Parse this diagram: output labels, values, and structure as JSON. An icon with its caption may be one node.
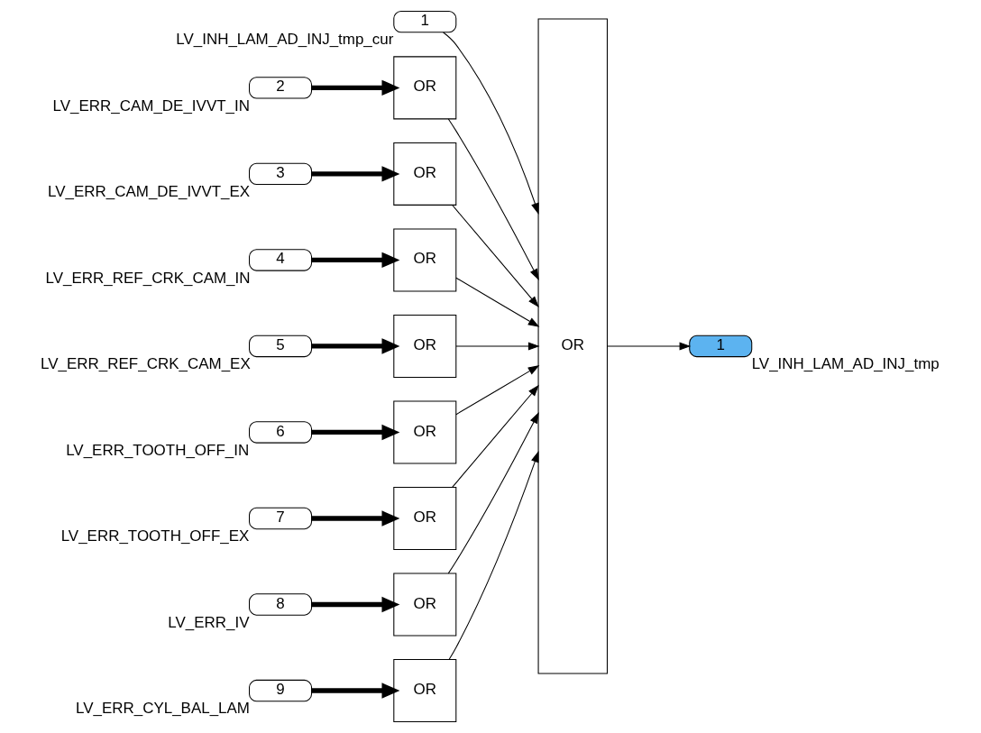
{
  "diagram": {
    "nodes": [
      {
        "text": [
          "1"
        ],
        "beside": [
          "LV_INH_LAM_AD_INJ_tmp_cur"
        ]
      },
      {
        "text": [
          "2"
        ],
        "beside": [
          "LV_ERR_CAM_DE_IVVT_IN"
        ]
      },
      {
        "text": [
          "3"
        ],
        "beside": [
          "LV_ERR_CAM_DE_IVVT_EX"
        ]
      },
      {
        "text": [
          "4"
        ],
        "beside": [
          "LV_ERR_REF_CRK_CAM_IN"
        ]
      },
      {
        "text": [
          "5"
        ],
        "beside": [
          "LV_ERR_REF_CRK_CAM_EX"
        ]
      },
      {
        "text": [
          "6"
        ],
        "beside": [
          "LV_ERR_TOOTH_OFF_IN"
        ]
      },
      {
        "text": [
          "7"
        ],
        "beside": [
          "LV_ERR_TOOTH_OFF_EX"
        ]
      },
      {
        "text": [
          "8"
        ],
        "beside": [
          "LV_ERR_IV"
        ]
      },
      {
        "text": [
          "9"
        ],
        "beside": [
          "LV_ERR_CYL_BAL_LAM"
        ]
      },
      {
        "text": [
          "OR"
        ]
      },
      {
        "text": [
          "OR"
        ]
      },
      {
        "text": [
          "OR"
        ]
      },
      {
        "text": [
          "OR"
        ]
      },
      {
        "text": [
          "OR"
        ]
      },
      {
        "text": [
          "OR"
        ]
      },
      {
        "text": [
          "OR"
        ]
      },
      {
        "text": [
          "OR"
        ]
      },
      {
        "text": [
          "OR"
        ]
      },
      {
        "text": [
          "1"
        ],
        "beside": [
          "LV_INH_LAM_AD_INJ_tmp"
        ]
      }
    ],
    "edges": [
      {
        "from": 0,
        "to": 17,
        "arrow": "to"
      },
      {
        "from": 1,
        "to": 9,
        "arrow": "to",
        "style": "thick"
      },
      {
        "from": 2,
        "to": 10,
        "arrow": "to",
        "style": "thick"
      },
      {
        "from": 3,
        "to": 11,
        "arrow": "to",
        "style": "thick"
      },
      {
        "from": 4,
        "to": 12,
        "arrow": "to",
        "style": "thick"
      },
      {
        "from": 5,
        "to": 13,
        "arrow": "to",
        "style": "thick"
      },
      {
        "from": 6,
        "to": 14,
        "arrow": "to",
        "style": "thick"
      },
      {
        "from": 7,
        "to": 15,
        "arrow": "to",
        "style": "thick"
      },
      {
        "from": 8,
        "to": 16,
        "arrow": "to",
        "style": "thick"
      },
      {
        "from": 9,
        "to": 17,
        "arrow": "to"
      },
      {
        "from": 10,
        "to": 17,
        "arrow": "to"
      },
      {
        "from": 11,
        "to": 17,
        "arrow": "to"
      },
      {
        "from": 12,
        "to": 17,
        "arrow": "to"
      },
      {
        "from": 13,
        "to": 17,
        "arrow": "to"
      },
      {
        "from": 14,
        "to": 17,
        "arrow": "to"
      },
      {
        "from": 15,
        "to": 17,
        "arrow": "to"
      },
      {
        "from": 16,
        "to": 17,
        "arrow": "to"
      },
      {
        "from": 17,
        "to": 18,
        "arrow": "to"
      }
    ]
  }
}
